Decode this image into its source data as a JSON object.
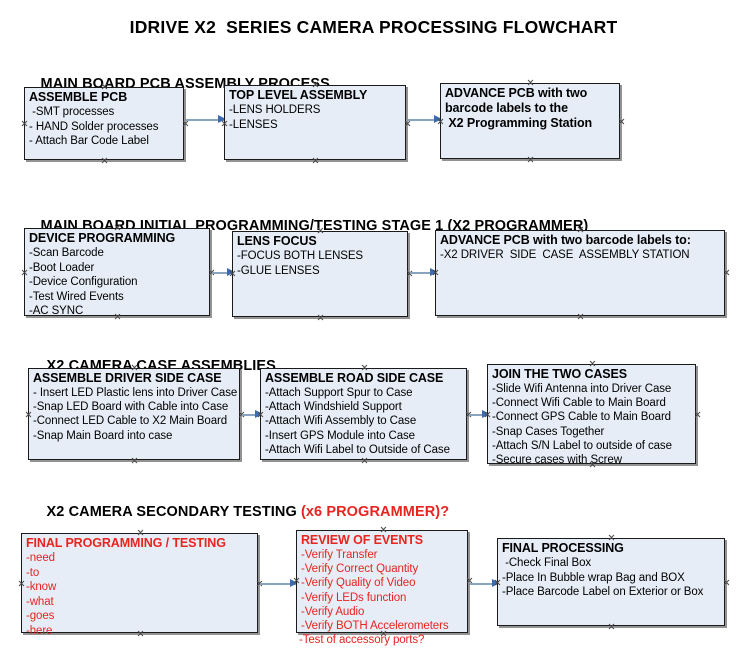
{
  "document": {
    "title": "IDRIVE X2  SERIES CAMERA PROCESSING FLOWCHART",
    "accent_color": "#e8241f",
    "box_fill": "#e7edf7",
    "connector_color": "#8aa4bf",
    "arrow_color": "#3d6bb0"
  },
  "sections": [
    {
      "heading": "MAIN BOARD PCB ASSEMBLY PROCESS",
      "heading_accent": "",
      "nodes": [
        {
          "title": "ASSEMBLE PCB",
          "lines": [
            " -SMT processes",
            "- HAND Solder processes",
            "- Attach Bar Code Label"
          ]
        },
        {
          "title": "TOP LEVEL ASSEMBLY",
          "lines": [
            "-LENS HOLDERS",
            "-LENSES"
          ]
        },
        {
          "title": "ADVANCE PCB with two",
          "lines": [
            "barcode labels to the",
            " X2 Programming Station"
          ]
        }
      ]
    },
    {
      "heading": "MAIN BOARD INITIAL PROGRAMMING/TESTING STAGE 1 (X2 PROGRAMMER)",
      "heading_accent": "",
      "nodes": [
        {
          "title": "DEVICE PROGRAMMING",
          "lines": [
            "-Scan Barcode",
            "-Boot Loader",
            "-Device Configuration",
            "-Test Wired Events",
            "-AC SYNC"
          ]
        },
        {
          "title": "LENS FOCUS",
          "lines": [
            "-FOCUS BOTH LENSES",
            "-GLUE LENSES"
          ]
        },
        {
          "title": "ADVANCE PCB with two barcode labels to:",
          "lines": [
            "-X2 DRIVER  SIDE  CASE  ASSEMBLY STATION"
          ]
        }
      ]
    },
    {
      "heading": "X2 CAMERA CASE ASSEMBLIES",
      "heading_accent": "",
      "nodes": [
        {
          "title": "ASSEMBLE DRIVER SIDE CASE",
          "lines": [
            "- Insert LED Plastic lens into Driver Case",
            "-Snap LED Board with Cable into Case",
            "-Connect LED Cable to X2 Main Board",
            "-Snap Main Board into case"
          ]
        },
        {
          "title": "ASSEMBLE ROAD SIDE CASE",
          "lines": [
            "-Attach Support Spur to Case",
            "-Attach Windshield Support",
            "-Attach Wifi Assembly to Case",
            "-Insert GPS Module into Case",
            "-Attach Wifi Label to Outside of Case"
          ]
        },
        {
          "title": "JOIN THE TWO CASES",
          "lines": [
            "-Slide Wifi Antenna into Driver Case",
            "-Connect Wifi Cable to Main Board",
            "-Connect GPS Cable to Main Board",
            "-Snap Cases Together",
            "-Attach S/N Label to outside of case",
            "-Secure cases with Screw"
          ]
        }
      ]
    },
    {
      "heading": "X2 CAMERA SECONDARY TESTING ",
      "heading_accent": "(x6 PROGRAMMER)?",
      "nodes": [
        {
          "title": "FINAL PROGRAMMING / TESTING",
          "lines": [
            "-need",
            "-to",
            "-know",
            "-what",
            "-goes",
            "-here"
          ]
        },
        {
          "title": "REVIEW OF EVENTS",
          "lines": [
            "-Verify Transfer",
            "-Verify Correct Quantity",
            "-Verify Quality of Video",
            "-Verify LEDs function",
            "-Verify Audio",
            "-Verify BOTH Accelerometers"
          ],
          "overflow_line": "-Test of accessory ports?"
        },
        {
          "title": "FINAL PROCESSING",
          "lines": [
            " -Check Final Box",
            "-Place In Bubble wrap Bag and BOX",
            "-Place Barcode Label on Exterior or Box"
          ]
        }
      ]
    }
  ]
}
